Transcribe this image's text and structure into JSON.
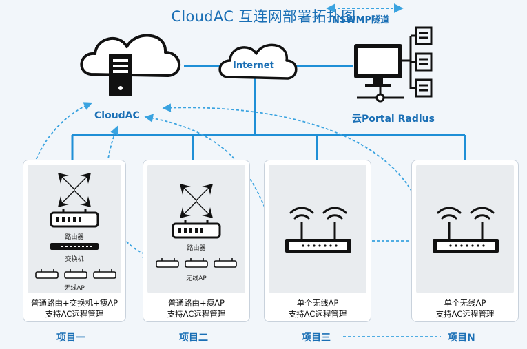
{
  "title": "CloudAC 互连网部署拓扑图",
  "legend": {
    "label": "NSWMP隧道"
  },
  "nodes": {
    "cloudac": "CloudAC",
    "internet": "Internet",
    "portal": "云Portal Radius"
  },
  "projects": [
    {
      "name": "项目一",
      "router_label": "路由器",
      "switch_label": "交换机",
      "ap_label": "无线AP",
      "desc_line1": "普通路由+交换机+瘦AP",
      "desc_line2": "支持AC远程管理"
    },
    {
      "name": "项目二",
      "router_label": "路由器",
      "ap_label": "无线AP",
      "desc_line1": "普通路由+瘦AP",
      "desc_line2": "支持AC远程管理"
    },
    {
      "name": "项目三",
      "desc_line1": "单个无线AP",
      "desc_line2": "支持AC远程管理"
    },
    {
      "name": "项目N",
      "desc_line1": "单个无线AP",
      "desc_line2": "支持AC远程管理"
    }
  ],
  "colors": {
    "accent": "#1a6fb5",
    "tunnel": "#3aa3e0",
    "line": "#1f8fd6"
  }
}
